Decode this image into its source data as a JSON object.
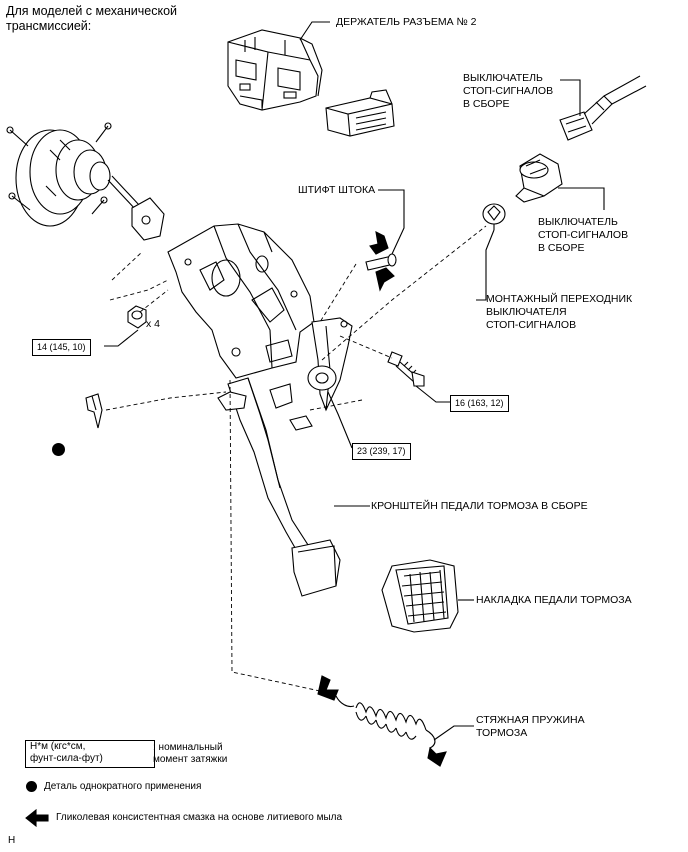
{
  "header": {
    "line1": "Для моделей с механической",
    "line2": "трансмиссией:"
  },
  "labels": {
    "connector_holder": "ДЕРЖАТЕЛЬ РАЗЪЕМА № 2",
    "stop_switch_top_l1": "ВЫКЛЮЧАТЕЛЬ",
    "stop_switch_top_l2": "СТОП-СИГНАЛОВ",
    "stop_switch_top_l3": "В СБОРЕ",
    "rod_pin": "ШТИФТ ШТОКА",
    "stop_switch_mid_l1": "ВЫКЛЮЧАТЕЛЬ",
    "stop_switch_mid_l2": "СТОП-СИГНАЛОВ",
    "stop_switch_mid_l3": "В СБОРЕ",
    "adapter_l1": "МОНТАЖНЫЙ ПЕРЕХОДНИК",
    "adapter_l2": "ВЫКЛЮЧАТЕЛЯ",
    "adapter_l3": "СТОП-СИГНАЛОВ",
    "x4": "x 4",
    "bracket_assy": "КРОНШТЕЙН ПЕДАЛИ ТОРМОЗА В СБОРЕ",
    "pedal_pad": "НАКЛАДКА ПЕДАЛИ ТОРМОЗА",
    "spring_l1": "СТЯЖНАЯ ПРУЖИНА",
    "spring_l2": "ТОРМОЗА"
  },
  "torques": {
    "t14": "14 (145, 10)",
    "t16": "16 (163, 12)",
    "t23": "23 (239, 17)"
  },
  "legend": {
    "units_l1": "Н*м (кгс*см,",
    "units_l2": "фунт-сила-фут)",
    "units_note_l1": ": номинальный",
    "units_note_l2": "момент затяжки",
    "single_use": "Деталь однократного применения",
    "grease": "Гликолевая консистентная смазка на основе литиевого мыла"
  },
  "footer": {
    "code": "H"
  },
  "colors": {
    "line": "#000000",
    "background": "#ffffff"
  }
}
